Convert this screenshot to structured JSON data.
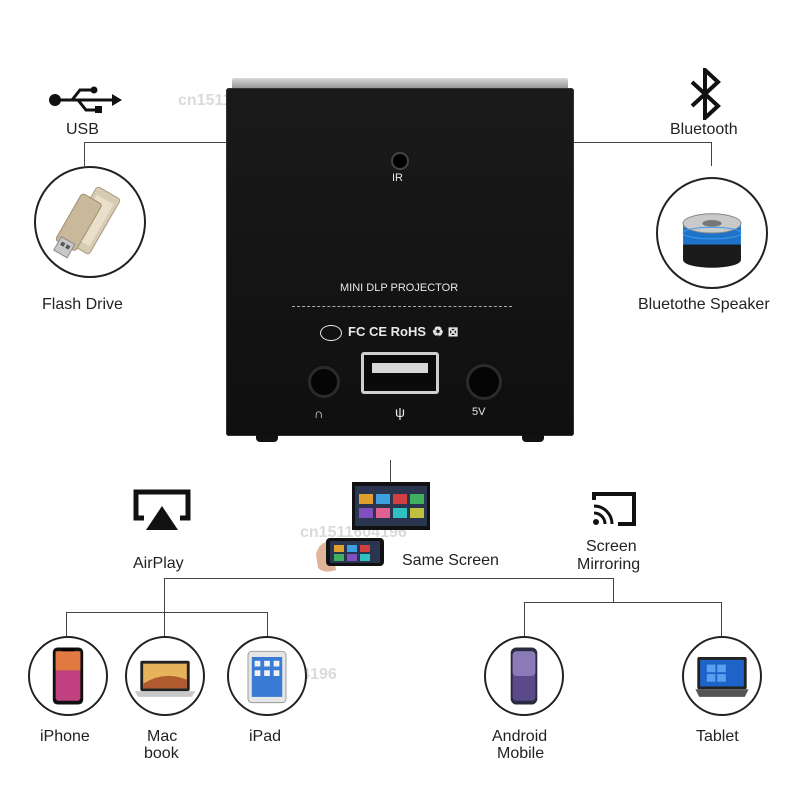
{
  "top": {
    "usb": "USB",
    "bluetooth": "Bluetooth",
    "flash_drive": "Flash Drive",
    "speaker": "Bluetothe Speaker"
  },
  "projector": {
    "ir": "IR",
    "model": "MINI DLP PROJECTOR",
    "certs": "FC CE RoHS",
    "power": "5V"
  },
  "middle": {
    "airplay": "AirPlay",
    "same_screen": "Same Screen",
    "mirroring_1": "Screen",
    "mirroring_2": "Mirroring"
  },
  "devices": {
    "iphone": "iPhone",
    "macbook_1": "Mac",
    "macbook_2": "book",
    "ipad": "iPad",
    "android_1": "Android",
    "android_2": "Mobile",
    "tablet": "Tablet"
  },
  "watermark": "cn1511604196"
}
